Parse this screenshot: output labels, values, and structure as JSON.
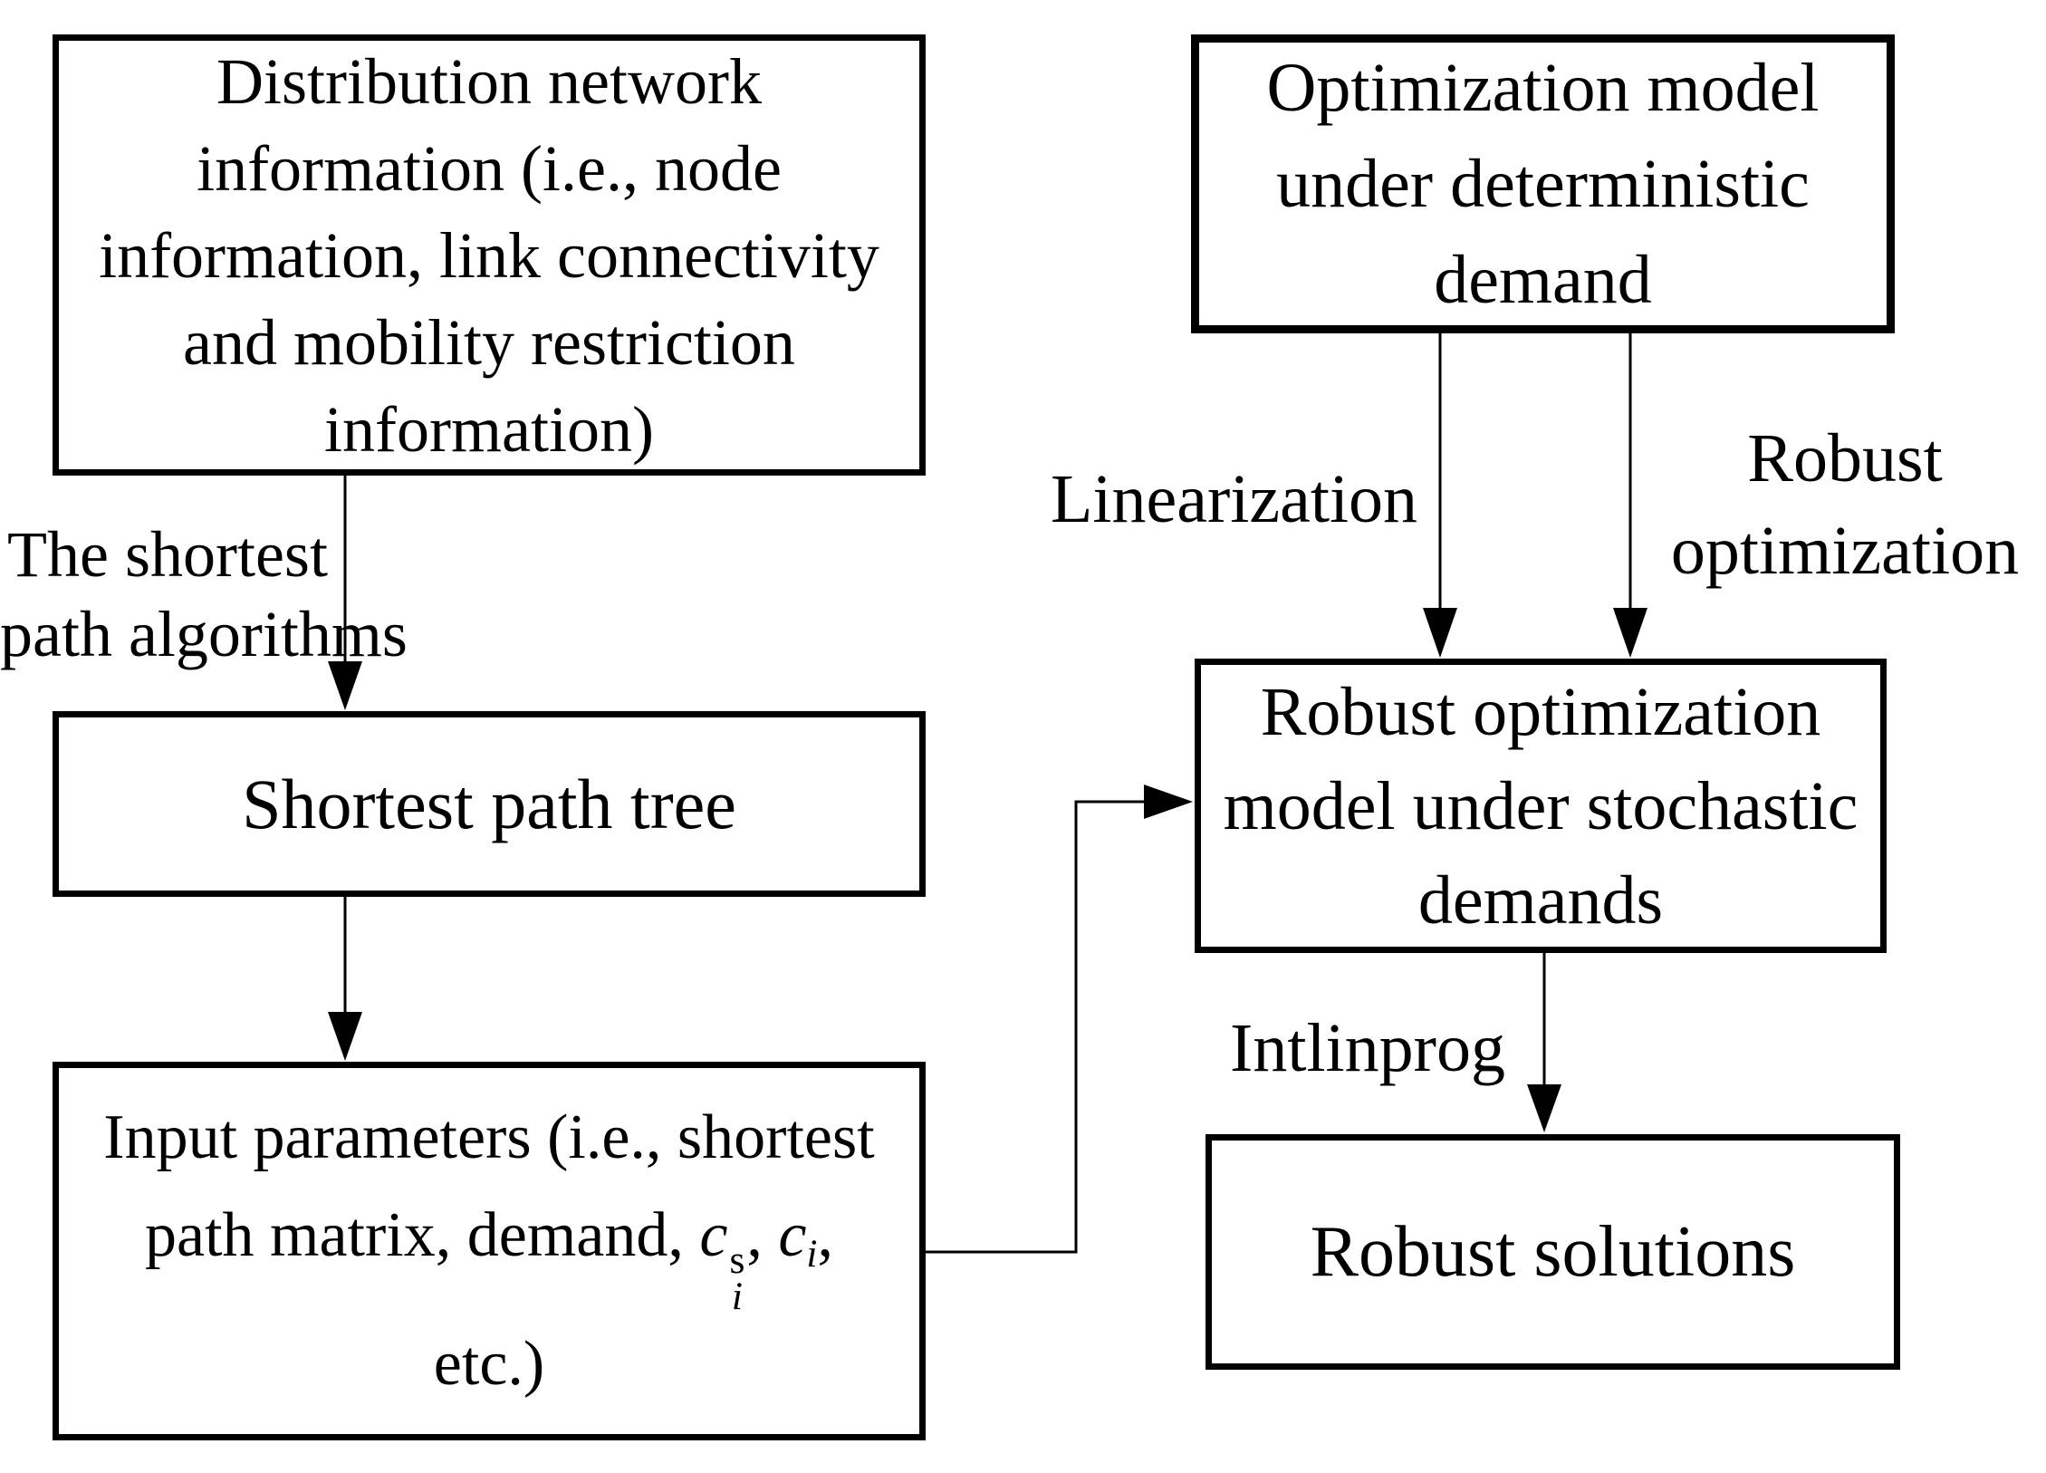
{
  "diagram": {
    "type": "flowchart",
    "colors": {
      "background": "#ffffff",
      "box_border": "#000000",
      "text": "#000000",
      "arrow": "#000000"
    },
    "nodes": {
      "distribution_network_info": {
        "lines": [
          "Distribution network",
          "information (i.e., node",
          "information, link connectivity",
          "and mobility restriction",
          "information)"
        ]
      },
      "shortest_path_tree": {
        "label": "Shortest path tree"
      },
      "input_parameters": {
        "line1": "Input parameters (i.e., shortest",
        "line2_rich": [
          {
            "t": "path matrix, demand, "
          },
          {
            "t": "c",
            "style": "var"
          },
          {
            "sup": "s",
            "sub": "i"
          },
          {
            "t": ", "
          },
          {
            "t": "c",
            "style": "var"
          },
          {
            "t": "i",
            "style": "varsub"
          },
          {
            "t": ","
          }
        ],
        "line3": "etc.)"
      },
      "optimization_deterministic": {
        "lines": [
          "Optimization model",
          "under deterministic",
          "demand"
        ]
      },
      "robust_stochastic": {
        "lines": [
          "Robust optimization",
          "model under stochastic",
          "demands"
        ]
      },
      "robust_solutions": {
        "label": "Robust solutions"
      }
    },
    "edge_labels": {
      "shortest_path_algorithms_line1": "The shortest",
      "shortest_path_algorithms_line2": "path algorithms",
      "linearization": "Linearization",
      "robust_optimization_line1": "Robust",
      "robust_optimization_line2": "optimization",
      "intlinprog": "Intlinprog"
    }
  }
}
